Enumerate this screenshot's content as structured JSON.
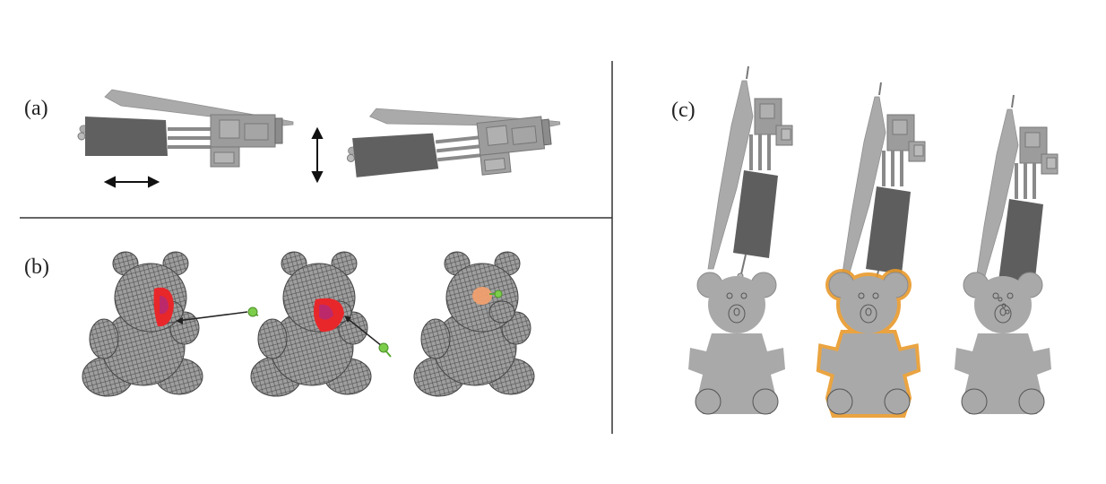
{
  "figure": {
    "panels": [
      {
        "id": "a",
        "label": "(a)"
      },
      {
        "id": "b",
        "label": "(b)"
      },
      {
        "id": "c",
        "label": "(c)"
      }
    ],
    "colors": {
      "device_dark": "#5f5f5f",
      "device_light": "#aaaaaa",
      "device_mid": "#8c8c8c",
      "bear_flat": "#a9a9a9",
      "bear_mesh": "#9a9a9a",
      "contact_red": "#e8272a",
      "contact_magenta": "#b02a7a",
      "contact_orange": "#f0a070",
      "probe_green": "#7ccd4a",
      "outline_orange": "#e89a2c",
      "line": "#333333"
    }
  }
}
